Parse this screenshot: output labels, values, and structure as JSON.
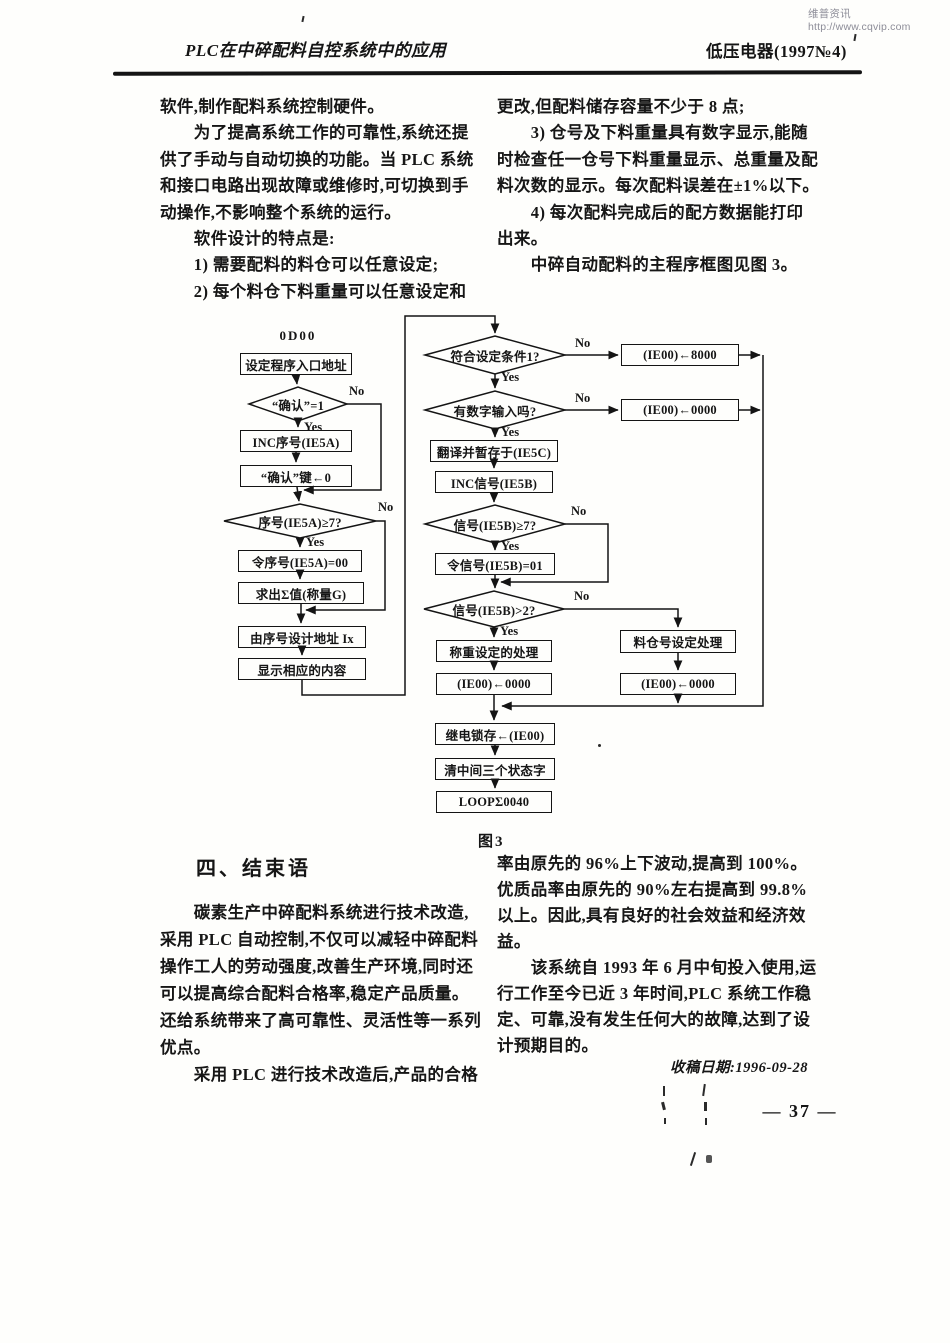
{
  "watermark": "维普资讯 http://www.cqvip.com",
  "header": {
    "title": "PLC在中碎配料自控系统中的应用",
    "journal": "低压电器(1997№4)"
  },
  "columns": {
    "top_left": [
      "软件,制作配料系统控制硬件。",
      "　　为了提高系统工作的可靠性,系统还提",
      "供了手动与自动切换的功能。当 PLC 系统",
      "和接口电路出现故障或维修时,可切换到手",
      "动操作,不影响整个系统的运行。",
      "　　软件设计的特点是:",
      "　　1) 需要配料的料仓可以任意设定;",
      "　　2) 每个料仓下料重量可以任意设定和"
    ],
    "top_right": [
      "更改,但配料储存容量不少于 8 点;",
      "　　3) 仓号及下料重量具有数字显示,能随",
      "时检查任一仓号下料重量显示、总重量及配",
      "料次数的显示。每次配料误差在±1%以下。",
      "　　4) 每次配料完成后的配方数据能打印",
      "出来。",
      "　　中碎自动配料的主程序框图见图 3。"
    ],
    "bottom_left": [
      "　　碳素生产中碎配料系统进行技术改造,",
      "采用 PLC 自动控制,不仅可以减轻中碎配料",
      "操作工人的劳动强度,改善生产环境,同时还",
      "可以提高综合配料合格率,稳定产品质量。",
      "还给系统带来了高可靠性、灵活性等一系列",
      "优点。",
      "　　采用 PLC 进行技术改造后,产品的合格"
    ],
    "bottom_right": [
      "率由原先的 96%上下波动,提高到 100%。",
      "优质品率由原先的 90%左右提高到 99.8%",
      "以上。因此,具有良好的社会效益和经济效",
      "益。",
      "　　该系统自 1993 年 6 月中旬投入使用,运",
      "行工作至今已近 3 年时间,PLC 系统工作稳",
      "定、可靠,没有发生任何大的故障,达到了设",
      "计预期目的。"
    ]
  },
  "section": {
    "heading": "四、结束语"
  },
  "flowchart": {
    "caption": "图3",
    "entry_label": "0D00",
    "labels": {
      "yes": "Yes",
      "no": "No"
    },
    "nodes": {
      "set_entry": "设定程序入口地址",
      "confirm_eq1": "“确认”=1",
      "inc_seq": "INC序号(IE5A)",
      "confirm_key_0": "“确认”键←0",
      "seq_ge7": "序号(IE5A)≥7?",
      "seq_eq00": "令序号(IE5A)=00",
      "sum_value": "求出Σ值(称量G)",
      "addr_ix": "由序号设计地址 Ix",
      "display": "显示相应的内容",
      "cond1": "符合设定条件1?",
      "ie00_8000": "(IE00)←8000",
      "digit_input": "有数字输入吗?",
      "ie00_0000_a": "(IE00)←0000",
      "translate": "翻译并暂存于(IE5C)",
      "inc_signal": "INC信号(IE5B)",
      "sig_ge7": "信号(IE5B)≥7?",
      "sig_eq01": "令信号(IE5B)=01",
      "sig_gt2": "信号(IE5B)>2?",
      "weight_proc": "称重设定的处理",
      "ie00_0000_b": "(IE00)←0000",
      "bin_proc": "料仓号设定处理",
      "ie00_0000_c": "(IE00)←0000",
      "relay_latch": "继电锁存←(IE00)",
      "clear_status": "清中间三个状态字",
      "loop": "LOOPΣ0040"
    }
  },
  "footer": {
    "received": "收稿日期:1996-09-28",
    "page_number": "— 37 —"
  }
}
